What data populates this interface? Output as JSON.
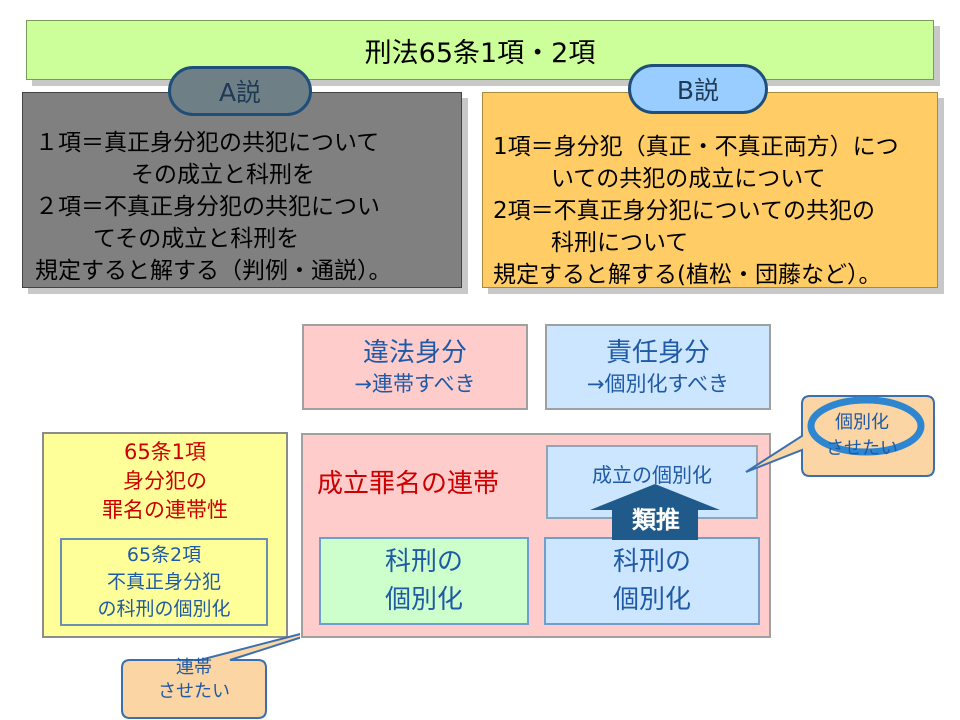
{
  "title": "刑法65条1項・2項",
  "theory_a": {
    "label": "A説",
    "lines": [
      "１項＝真正身分犯の共犯について",
      "その成立と科刑を",
      "２項＝不真正身分犯の共犯につい",
      "てその成立と科刑を",
      "規定すると解する（判例・通説）。"
    ]
  },
  "theory_b": {
    "label": "B説",
    "lines": [
      "1項＝身分犯（真正・不真正両方）につ",
      "いての共犯の成立について",
      "2項＝不真正身分犯についての共犯の",
      "科刑について",
      "規定すると解する(植松・団藤など）。"
    ]
  },
  "status_illegal": {
    "title": "違法身分",
    "note": "→連帯すべき"
  },
  "status_responsibility": {
    "title": "責任身分",
    "note": "→個別化すべき"
  },
  "art65": {
    "p1_lines": [
      "65条1項",
      "身分犯の",
      "罪名の連帯性"
    ],
    "p2_lines": [
      "65条2項",
      "不真正身分犯",
      "の科刑の個別化"
    ]
  },
  "main": {
    "label": "成立罪名の連帯",
    "formation": "成立の個別化",
    "analogy": "類推",
    "punish_left": [
      "科刑の",
      "個別化"
    ],
    "punish_right": [
      "科刑の",
      "個別化"
    ]
  },
  "callout_individual": [
    "個別化",
    "させたい"
  ],
  "callout_link": [
    "連帯",
    "させたい"
  ],
  "colors": {
    "title_bg": "#ccff99",
    "theory_a_bg": "#808080",
    "theory_b_bg": "#ffcc66",
    "pink": "#ffcccc",
    "light_blue": "#cce6ff",
    "yellow": "#ffff99",
    "green": "#ccffcc",
    "accent_red": "#cc0000",
    "accent_blue": "#1f5aa6"
  }
}
